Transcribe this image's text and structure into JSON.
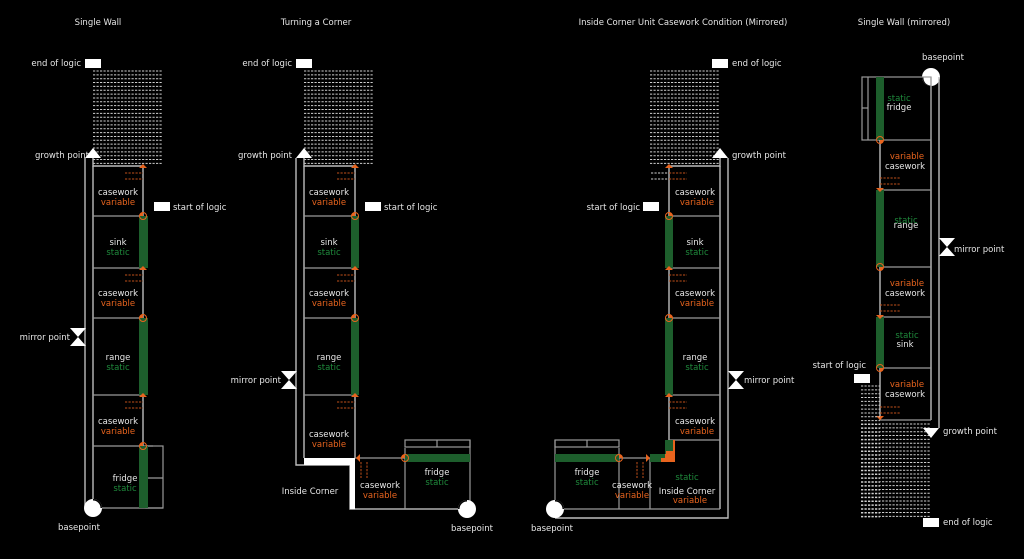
{
  "colors": {
    "background": "#000000",
    "static": "#1f8a3c",
    "variable": "#e8641e",
    "line": "#bdbdbd",
    "static_bar": "#1d5e2c"
  },
  "panels": [
    {
      "title": "Single Wall",
      "markers": {
        "end_of_logic": "end of logic",
        "growth_point": "growth point",
        "start_of_logic": "start of logic",
        "mirror_point": "mirror point",
        "basepoint": "basepoint"
      },
      "units": [
        {
          "name": "casework",
          "type": "variable"
        },
        {
          "name": "sink",
          "type": "static"
        },
        {
          "name": "casework",
          "type": "variable"
        },
        {
          "name": "range",
          "type": "static"
        },
        {
          "name": "casework",
          "type": "variable"
        },
        {
          "name": "fridge",
          "type": "static"
        }
      ]
    },
    {
      "title": "Turning a Corner",
      "markers": {
        "end_of_logic": "end of logic",
        "growth_point": "growth point",
        "start_of_logic": "start of logic",
        "mirror_point": "mirror point",
        "inside_corner": "Inside Corner",
        "basepoint": "basepoint"
      },
      "units": [
        {
          "name": "casework",
          "type": "variable"
        },
        {
          "name": "sink",
          "type": "static"
        },
        {
          "name": "casework",
          "type": "variable"
        },
        {
          "name": "range",
          "type": "static"
        },
        {
          "name": "casework",
          "type": "variable"
        },
        {
          "name": "casework",
          "type": "variable"
        },
        {
          "name": "fridge",
          "type": "static"
        }
      ]
    },
    {
      "title": "Inside Corner Unit Casework Condition (Mirrored)",
      "markers": {
        "end_of_logic": "end of logic",
        "growth_point": "growth point",
        "start_of_logic": "start of logic",
        "mirror_point": "mirror point",
        "basepoint": "basepoint"
      },
      "units": [
        {
          "name": "casework",
          "type": "variable"
        },
        {
          "name": "sink",
          "type": "static"
        },
        {
          "name": "casework",
          "type": "variable"
        },
        {
          "name": "range",
          "type": "static"
        },
        {
          "name": "casework",
          "type": "variable"
        },
        {
          "name": "Inside Corner",
          "type": "variable",
          "extra": "static"
        },
        {
          "name": "casework",
          "type": "variable"
        },
        {
          "name": "fridge",
          "type": "static"
        }
      ]
    },
    {
      "title": "Single Wall (mirrored)",
      "markers": {
        "basepoint": "basepoint",
        "mirror_point": "mirror point",
        "start_of_logic": "start of logic",
        "growth_point": "growth point",
        "end_of_logic": "end of logic"
      },
      "units": [
        {
          "name": "fridge",
          "type": "static"
        },
        {
          "name": "casework",
          "type": "variable"
        },
        {
          "name": "range",
          "type": "static"
        },
        {
          "name": "casework",
          "type": "variable"
        },
        {
          "name": "sink",
          "type": "static"
        },
        {
          "name": "casework",
          "type": "variable"
        }
      ]
    }
  ]
}
